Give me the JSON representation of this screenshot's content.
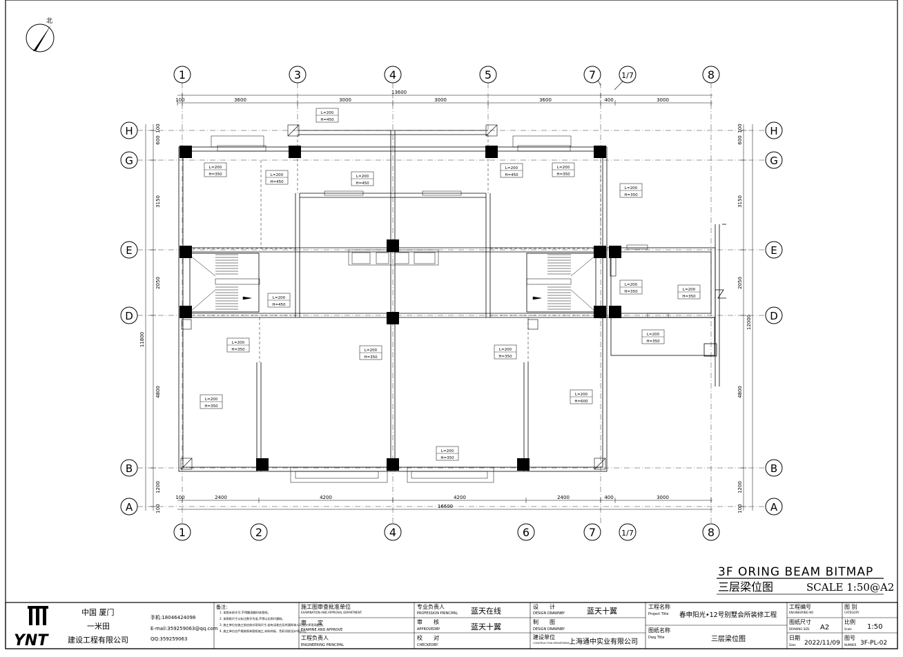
{
  "north_label": "北",
  "grid": {
    "top_labels": [
      "1",
      "3",
      "4",
      "5",
      "7",
      "1/7",
      "8"
    ],
    "bottom_labels": [
      "1",
      "2",
      "4",
      "6",
      "7",
      "1/7",
      "8"
    ],
    "left_labels": [
      "H",
      "G",
      "E",
      "D",
      "B",
      "A"
    ],
    "right_labels": [
      "H",
      "G",
      "E",
      "D",
      "B",
      "A"
    ]
  },
  "dimensions": {
    "top_total": "13600",
    "top_segments": [
      "100",
      "3600",
      "3000",
      "3000",
      "3600",
      "400",
      "3000"
    ],
    "bottom_total": "16600",
    "bottom_segments": [
      "100",
      "2400",
      "4200",
      "4200",
      "2400",
      "400",
      "3000"
    ],
    "left_segments": [
      "100",
      "600",
      "3150",
      "2050",
      "4800",
      "1200",
      "100"
    ],
    "left_total": "11800",
    "right_segments": [
      "100",
      "600",
      "3150",
      "2050",
      "4800",
      "1200",
      "100"
    ],
    "right_total": "12000"
  },
  "beam_tags": [
    {
      "l": "L=200",
      "h": "H=450"
    },
    {
      "l": "L=200",
      "h": "H=350"
    },
    {
      "l": "L=200",
      "h": "H=450"
    },
    {
      "l": "L=200",
      "h": "H=450"
    },
    {
      "l": "L=200",
      "h": "H=450"
    },
    {
      "l": "L=200",
      "h": "H=350"
    },
    {
      "l": "L=200",
      "h": "H=350"
    },
    {
      "l": "L=200",
      "h": "H=450"
    },
    {
      "l": "L=200",
      "h": "H=350"
    },
    {
      "l": "L=200",
      "h": "H=350"
    },
    {
      "l": "L=200",
      "h": "H=350"
    },
    {
      "l": "L=200",
      "h": "H=350"
    },
    {
      "l": "L=200",
      "h": "H=350"
    },
    {
      "l": "L=200",
      "h": "H=350"
    },
    {
      "l": "L=200",
      "h": "H=600"
    },
    {
      "l": "L=200",
      "h": "H=350"
    },
    {
      "l": "L=200",
      "h": "H=350"
    },
    {
      "l": "L=200",
      "h": "H=350"
    }
  ],
  "drawing_title": {
    "english": "3F ORING BEAM BITMAP",
    "chinese": "三层梁位图",
    "scale": "SCALE 1:50@A2"
  },
  "title_block": {
    "company": {
      "line1": "中国 厦门",
      "line2": "一米田",
      "line3": "建设工程有限公司",
      "phone": "手机:18046424098",
      "email": "E-mail:359259063@qq.com",
      "qq": "QQ:359259063"
    },
    "notes_label": "备注:",
    "notes": [
      "1. 本图未经许可,不得翻录翻印本图纸。",
      "2. 本图纸尺寸以标注数字为准,不得以比例尺量取。",
      "3. 施工单位在施工前应核对现场尺寸,若有误差应及时通知本公司设计师现场配合。",
      "4. 施工单位应严格按照本图纸施工,材料样板、色彩须经设计师认可。"
    ],
    "approval_unit": "施工图审查批准单位",
    "approval_unit_en": "EXAMINATION AND APPROVAL DEPARTMENT",
    "examine": "审　　定",
    "examine_en": "EXAMINE AND APPROVE",
    "eng_principal": "工程负责人",
    "eng_principal_en": "ENGINEERING PRINCIPAL",
    "prof_principal": "专业负责人",
    "prof_principal_en": "PROFESSION PRINCIPAL",
    "prof_principal_name": "蓝天在线",
    "review": "审　　核",
    "review_en": "APPROVEDBY",
    "review_name": "蓝天十翼",
    "check": "校　　对",
    "check_en": "CHECKEDBY",
    "design": "设　　计",
    "design_en": "DESIGN DRAWNBY",
    "design_name": "蓝天十翼",
    "draw": "制　　图",
    "draw_en": "DESIGN DRAWNBY",
    "build_unit": "建设单位",
    "build_unit_en": "CONSTRUCTION DEPARTMENT",
    "build_unit_name": "上海通中实业有限公司",
    "project_name_label": "工程名称",
    "project_title_en": "Project Title",
    "project_title": "春申阳光•12号别墅会所装修工程",
    "dwg_name_label": "图纸名称",
    "dwg_title_en": "Dwg Title",
    "dwg_title": "三层梁位图",
    "eng_no_label": "工程编号",
    "eng_no_en": "ENGINEERING NO",
    "category_label": "图 别",
    "category_en": "CATEGORY",
    "size_label": "图纸尺寸",
    "size_en": "DRAWING SIZE",
    "size_value": "A2",
    "scale_label": "比例",
    "scale_en": "Scale",
    "scale_value": "1:50",
    "date_label": "日期",
    "date_en": "Date",
    "date_value": "2022/11/09",
    "number_label": "图号",
    "number_en": "NUMBER",
    "number_value": "3F-PL-02"
  },
  "colors": {
    "ink": "#000000",
    "paper": "#ffffff"
  }
}
